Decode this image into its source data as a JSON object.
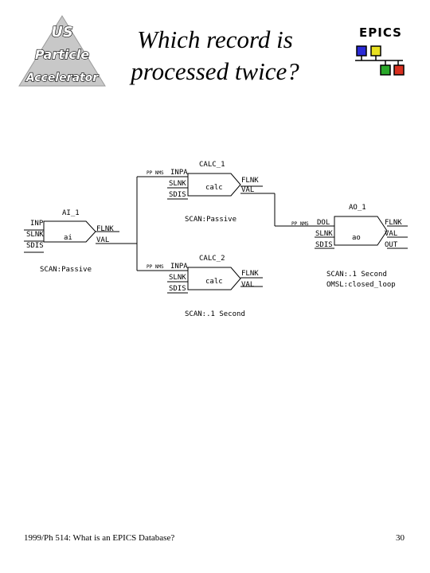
{
  "logo": {
    "line1": "US",
    "line2": "Particle",
    "line3": "Accelerator"
  },
  "title": {
    "line1": "Which record is",
    "line2": "processed twice?"
  },
  "epics_logo": {
    "label": "EPICS",
    "colors": [
      "#2a2ad6",
      "#e8e020",
      "#2aa82a",
      "#d83020"
    ]
  },
  "diagram": {
    "ai": {
      "name": "AI_1",
      "body": "ai",
      "inputs": [
        "INP",
        "SLNK",
        "SDIS"
      ],
      "outputs": [
        "FLNK",
        "VAL"
      ],
      "scan": "SCAN:Passive"
    },
    "calc1": {
      "name": "CALC_1",
      "body": "calc",
      "link": "PP NMS",
      "inputs": [
        "INPA",
        "SLNK",
        "SDIS"
      ],
      "outputs": [
        "FLNK",
        "VAL"
      ],
      "scan": "SCAN:Passive"
    },
    "calc2": {
      "name": "CALC_2",
      "body": "calc",
      "link": "PP NMS",
      "inputs": [
        "INPA",
        "SLNK",
        "SDIS"
      ],
      "outputs": [
        "FLNK",
        "VAL"
      ],
      "scan": "SCAN:.1 Second"
    },
    "ao": {
      "name": "AO_1",
      "body": "ao",
      "link": "PP NMS",
      "inputs": [
        "DOL",
        "SLNK",
        "SDIS"
      ],
      "outputs": [
        "FLNK",
        "VAL",
        "OUT"
      ],
      "scan": "SCAN:.1 Second",
      "omsl": "OMSL:closed_loop"
    }
  },
  "footer": {
    "left": "1999/Ph 514: What is an EPICS Database?",
    "page": "30"
  }
}
